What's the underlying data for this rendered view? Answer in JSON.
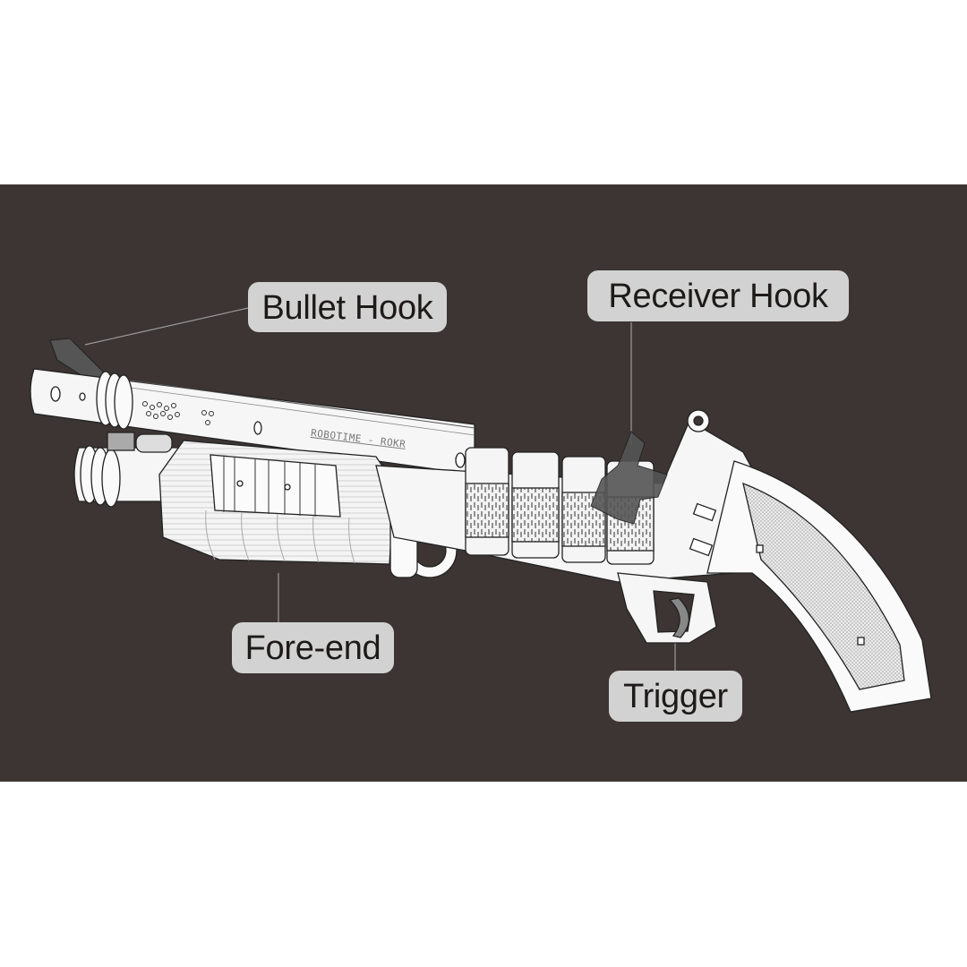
{
  "diagram": {
    "subject": "toy pump-action shotgun model (line-art illustration)",
    "background_color": "#3c3533",
    "label_box_color": "#d2d2d2",
    "label_text_color": "#1e1a19",
    "engraving": "ROBOTIME - ROKR",
    "callouts": [
      {
        "id": "bullet_hook",
        "label": "Bullet Hook"
      },
      {
        "id": "receiver_hook",
        "label": "Receiver Hook"
      },
      {
        "id": "fore_end",
        "label": "Fore-end"
      },
      {
        "id": "trigger",
        "label": "Trigger"
      }
    ]
  }
}
